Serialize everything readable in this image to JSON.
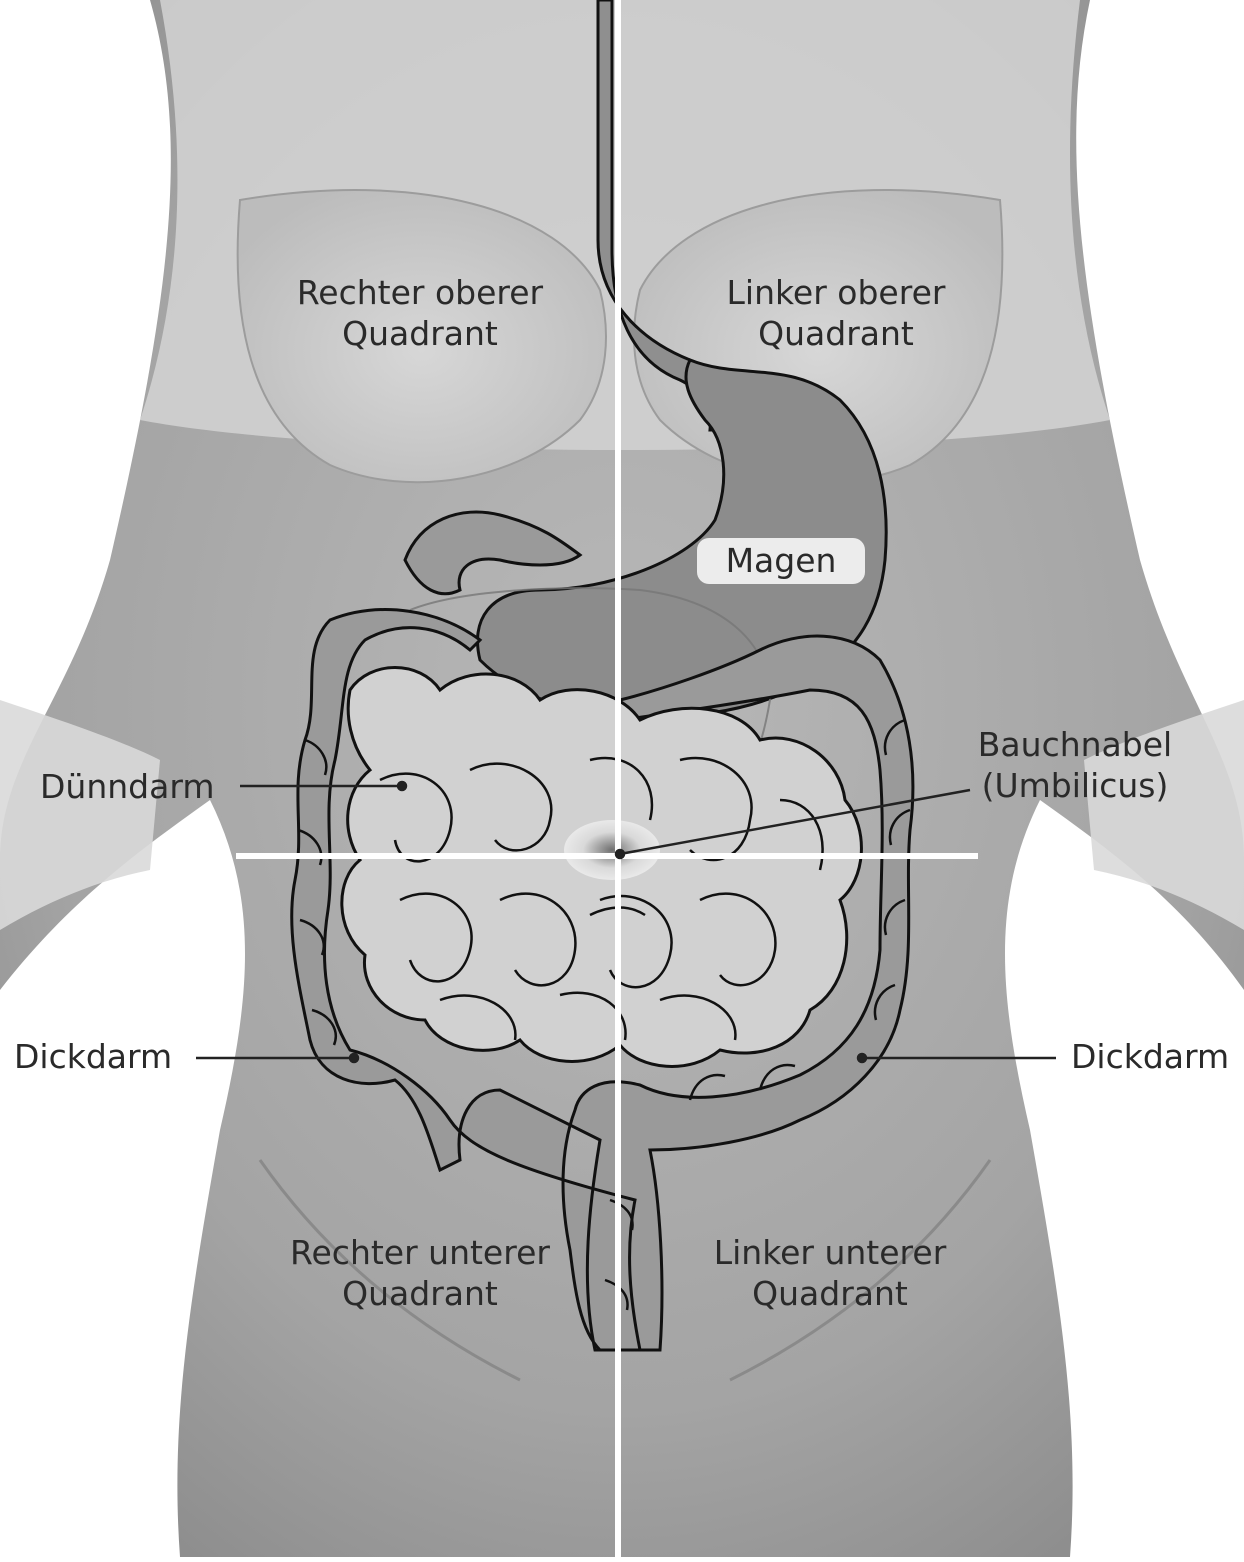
{
  "labels": {
    "quadrant_upper_right_body": [
      "Rechter oberer",
      "Quadrant"
    ],
    "quadrant_upper_left_body": [
      "Linker oberer",
      "Quadrant"
    ],
    "quadrant_lower_right_body": [
      "Rechter unterer",
      "Quadrant"
    ],
    "quadrant_lower_left_body": [
      "Linker unterer",
      "Quadrant"
    ],
    "stomach": "Magen",
    "small_intestine": "Dünndarm",
    "navel": [
      "Bauchnabel",
      "(Umbilicus)"
    ],
    "large_intestine_right": "Dickdarm",
    "large_intestine_left": "Dickdarm"
  },
  "colors": {
    "skin_light": "#dcdcdc",
    "skin_mid": "#a9a9a9",
    "stomach_fill": "#8c8c8c",
    "small_intestine_fill": "#d2d2d2",
    "colon_fill": "#9a9a9a",
    "outline": "#111111",
    "divider": "#ffffff",
    "leader": "#222222"
  }
}
